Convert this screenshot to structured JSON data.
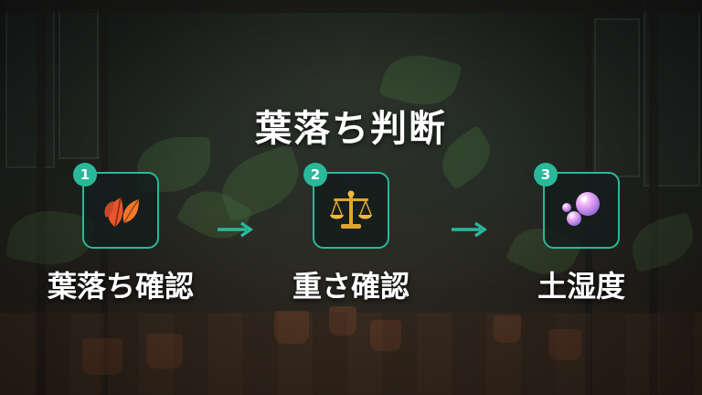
{
  "title": "葉落ち判断",
  "accent_color": "#2ab89a",
  "steps": [
    {
      "number": "1",
      "label": "葉落ち確認",
      "icon": "fallen-leaves-icon"
    },
    {
      "number": "2",
      "label": "重さ確認",
      "icon": "balance-scale-icon"
    },
    {
      "number": "3",
      "label": "土湿度",
      "icon": "water-droplets-icon"
    }
  ],
  "connectors": [
    "arrow-right-icon",
    "arrow-right-icon"
  ]
}
